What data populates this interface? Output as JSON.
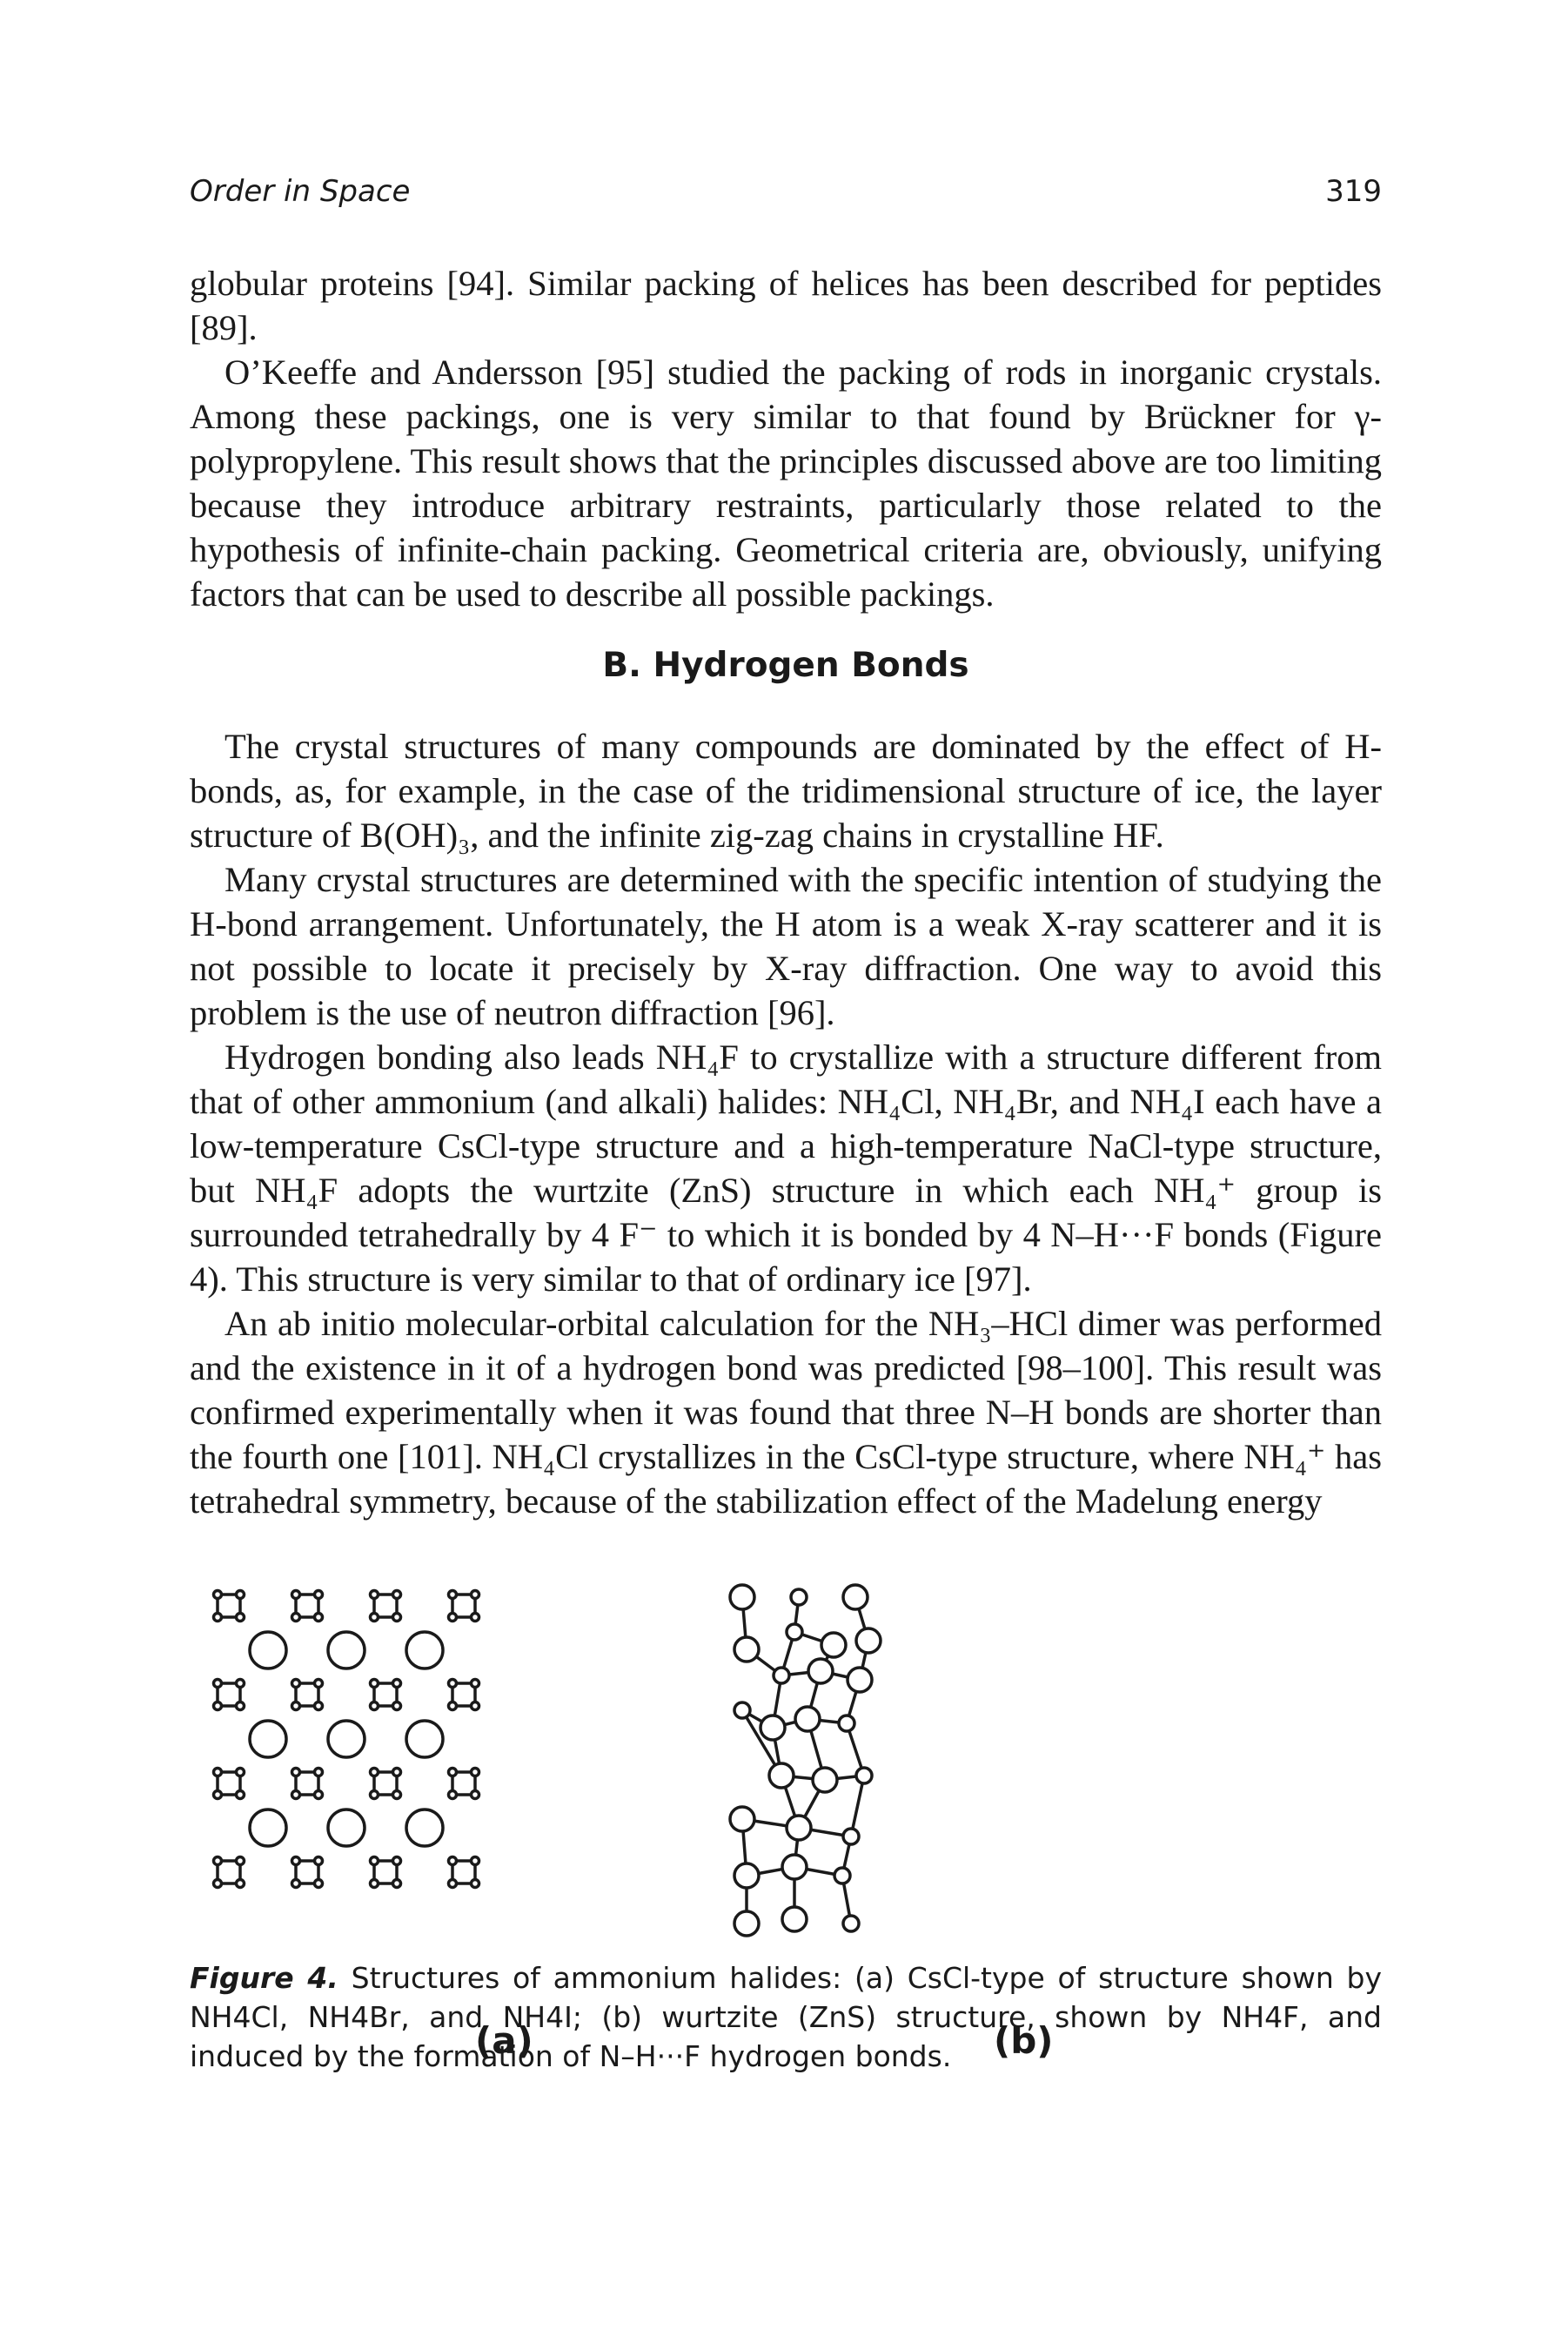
{
  "header": {
    "title": "Order in Space",
    "page_number": "319"
  },
  "intro": {
    "p1": "globular proteins [94]. Similar packing of helices has been described for peptides [89].",
    "p2": "O’Keeffe and Andersson [95] studied the packing of rods in inorganic crystals. Among these packings, one is very similar to that found by Brückner for γ-polypropylene. This result shows that the principles discussed above are too limiting because they introduce arbitrary restraints, particularly those related to the hypothesis of infinite-chain packing. Geometrical criteria are, obviously, unifying factors that can be used to describe all possible packings."
  },
  "section": {
    "heading": "B. Hydrogen Bonds"
  },
  "hbonds": {
    "p1": "The crystal structures of many compounds are dominated by the effect of H-bonds, as, for example, in the case of the tridimensional structure of ice, the layer structure of B(OH)₃, and the infinite zig-zag chains in crystalline HF.",
    "p2": "Many crystal structures are determined with the specific intention of studying the H-bond arrangement. Unfortunately, the H atom is a weak X-ray scatterer and it is not possible to locate it precisely by X-ray diffraction. One way to avoid this problem is the use of neutron diffraction [96].",
    "p3": "Hydrogen bonding also leads NH₄F to crystallize with a structure different from that of other ammonium (and alkali) halides: NH₄Cl, NH₄Br, and NH₄I each have a low-temperature CsCl-type structure and a high-temperature NaCl-type structure, but NH₄F adopts the wurtzite (ZnS) structure in which each NH₄⁺ group is surrounded tetrahedrally by 4 F⁻ to which it is bonded by 4 N–H···F bonds (Figure 4). This structure is very similar to that of ordinary ice [97].",
    "p4": "An ab initio molecular-orbital calculation for the NH₃–HCl dimer was performed and the existence in it of a hydrogen bond was predicted [98–100]. This result was confirmed experimentally when it was found that three N–H bonds are shorter than the fourth one [101]. NH₄Cl crystallizes in the CsCl-type structure, where NH₄⁺ has tetrahedral symmetry, because of the stabilization effect of the Madelung energy"
  },
  "figure": {
    "label_a": "(a)",
    "label_b": "(b)",
    "caption_num": "Figure 4.",
    "caption_text": "Structures of ammonium halides: (a) CsCl-type of structure shown by NH4Cl, NH4Br, and NH4I; (b) wurtzite (ZnS) structure, shown by NH4F, and induced by the formation of N–H···F hydrogen bonds."
  }
}
